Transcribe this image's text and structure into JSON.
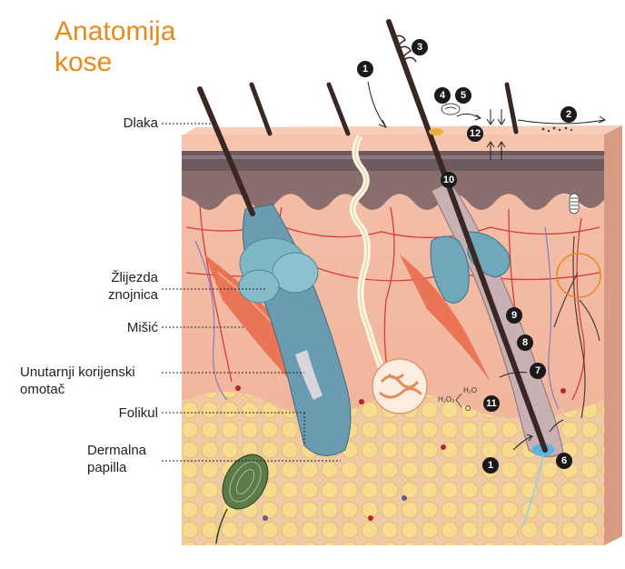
{
  "title": {
    "line1": "Anatomija",
    "line2": "kose"
  },
  "labels": {
    "hair": "Dlaka",
    "sweat_gland_line1": "Žlijezda",
    "sweat_gland_line2": "znojnica",
    "muscle": "Mišić",
    "inner_root_sheath_line1": "Unutarnji korijenski",
    "inner_root_sheath_line2": "omotač",
    "follicle": "Folikul",
    "dermal_papilla_line1": "Dermalna",
    "dermal_papilla_line2": "papilla"
  },
  "badges": [
    "1",
    "3",
    "4",
    "5",
    "2",
    "12",
    "10",
    "9",
    "8",
    "7",
    "11",
    "1",
    "6"
  ],
  "chem": {
    "h2o2": "H₂O₂",
    "h2o": "H₂O",
    "o": "O"
  },
  "colors": {
    "title": "#e8891c",
    "badge": "#1a1a1a",
    "skin": "#f2b8a0",
    "fat": "#f6d98a"
  }
}
